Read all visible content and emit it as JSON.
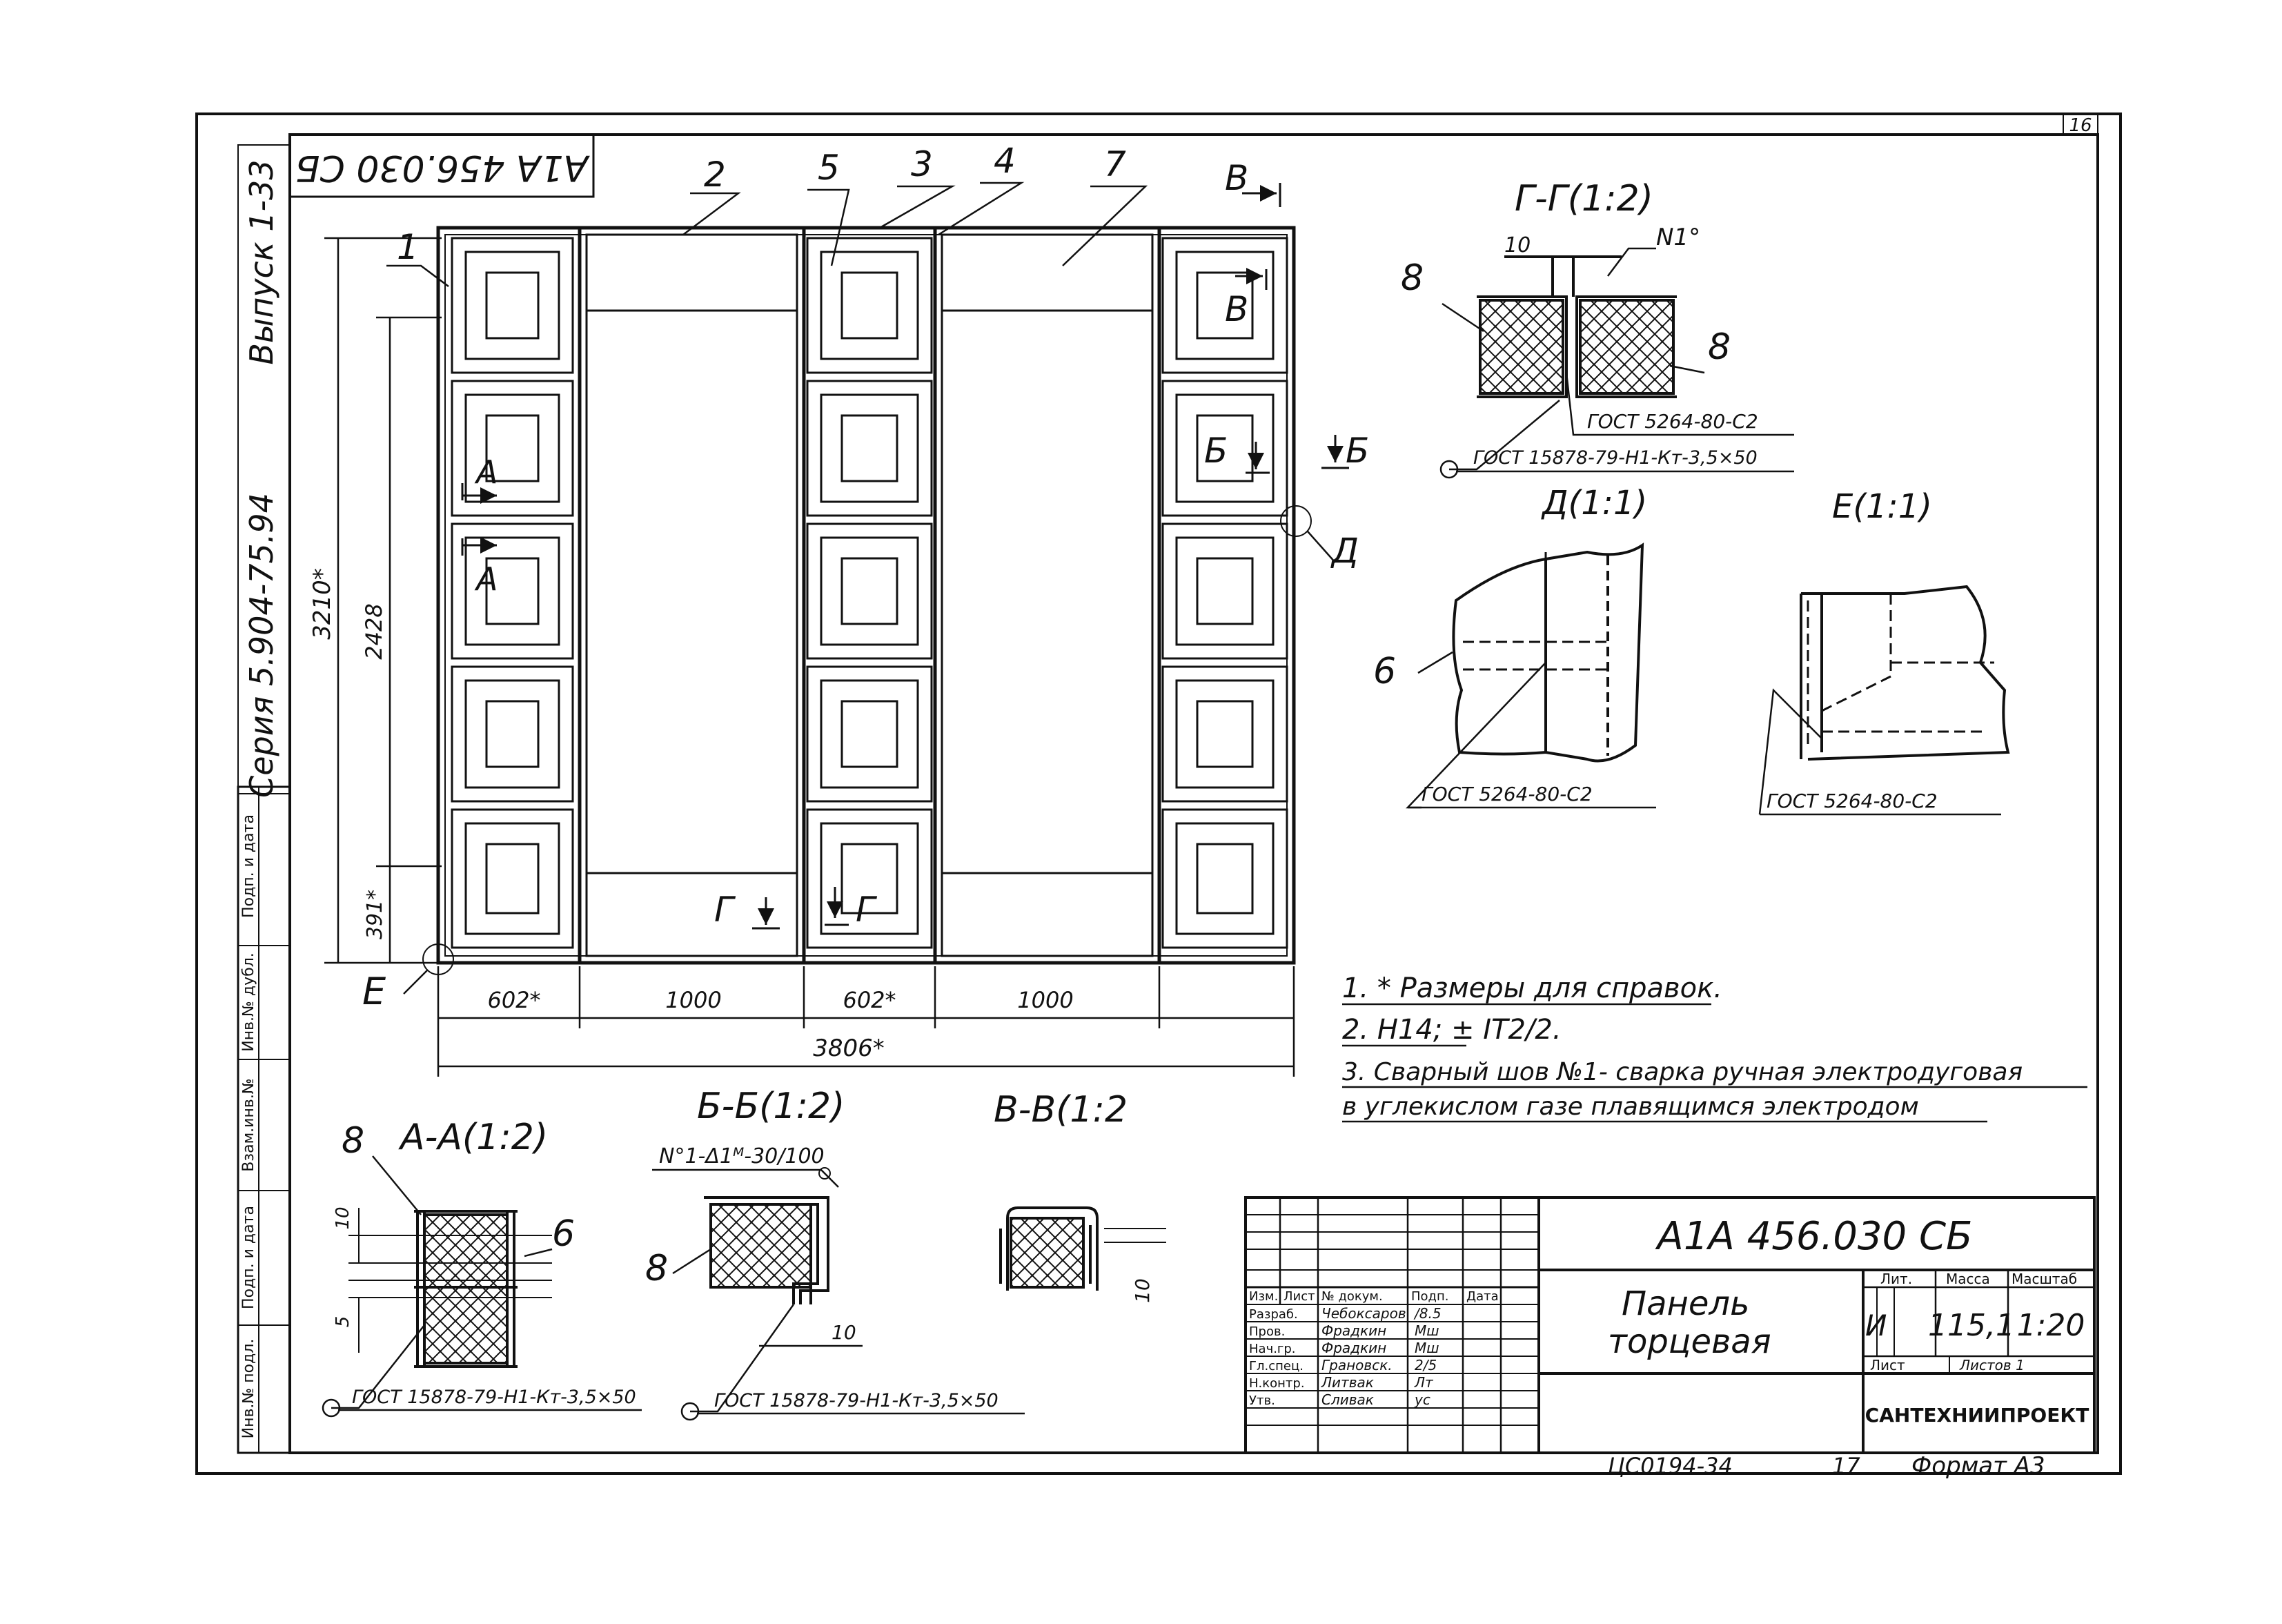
{
  "sheet": {
    "page_number": "16",
    "rotated_code": "А1А 456.030 СБ",
    "series": "Серия 5.904-75.94",
    "issue": "Выпуск 1-33",
    "bottom_code": "ЦС0194-34",
    "bottom_number": "17",
    "format": "Формат А3"
  },
  "margin_stamp": {
    "cells": [
      "Подп. и дата",
      "Инв.№ дубл.",
      "Взам.инв.№",
      "Подп. и дата",
      "Инв.№ подл."
    ]
  },
  "main_view": {
    "callouts": [
      "1",
      "2",
      "5",
      "3",
      "4",
      "7"
    ],
    "section_marks": [
      "А",
      "А",
      "Б",
      "Б",
      "В",
      "В",
      "Г",
      "Г",
      "Д",
      "Е"
    ],
    "dims_horizontal": [
      "602*",
      "1000",
      "602*",
      "1000",
      "3806*"
    ],
    "dims_vertical": [
      "3210*",
      "2428",
      "391*"
    ]
  },
  "section_G": {
    "title": "Г-Г(1:2)",
    "dim": "10",
    "weld": "N1°",
    "label_left": "8",
    "label_right": "8",
    "gost_weld": "ГОСТ 5264-80-С2",
    "gost_screw": "ГОСТ 15878-79-Н1-Кт-3,5×50"
  },
  "detail_D": {
    "title": "Д(1:1)",
    "label": "6",
    "gost": "ГОСТ 5264-80-С2"
  },
  "detail_E": {
    "title": "Е(1:1)",
    "gost": "ГОСТ 5264-80-С2"
  },
  "section_A": {
    "title": "А-А(1:2)",
    "label_left": "8",
    "label_right": "6",
    "dim_top": "10",
    "dim_bottom": "5",
    "gost": "ГОСТ 15878-79-Н1-Кт-3,5×50"
  },
  "section_B": {
    "title": "Б-Б(1:2)",
    "weld": "N°1-Δ1ᴹ-30/100",
    "label": "8",
    "dim": "10",
    "gost": "ГОСТ 15878-79-Н1-Кт-3,5×50"
  },
  "section_V": {
    "title": "В-В(1:2",
    "dim": "10"
  },
  "notes": [
    "1. * Размеры для справок.",
    "2. Н14; ± IТ2/2.",
    "3. Сварный шов №1- сварка ручная электродуговая",
    "в углекислом газе плавящимся электродом"
  ],
  "title_block": {
    "designation": "А1А 456.030 СБ",
    "name_line1": "Панель",
    "name_line2": "торцевая",
    "col_headers": [
      "Изм.",
      "Лист",
      "№ докум.",
      "Подп.",
      "Дата"
    ],
    "rows": [
      {
        "role": "Разраб.",
        "name": "Чебоксаров",
        "sign": "/8.5"
      },
      {
        "role": "Пров.",
        "name": "Фрадкин",
        "sign": "Мш"
      },
      {
        "role": "Нач.гр.",
        "name": "Фрадкин",
        "sign": "Мш"
      },
      {
        "role": "Гл.спец.",
        "name": "Грановск.",
        "sign": "2/5"
      },
      {
        "role": "Н.контр.",
        "name": "Литвак",
        "sign": "Лт"
      },
      {
        "role": "Утв.",
        "name": "Сливак",
        "sign": "ус"
      }
    ],
    "lit_label": "Лит.",
    "mass_label": "Масса",
    "scale_label": "Масштаб",
    "lit_value": "И",
    "mass_value": "115,1",
    "scale_value": "1:20",
    "sheet_label": "Лист",
    "sheets_label": "Листов 1",
    "org": "САНТЕХНИИПРОЕКТ"
  }
}
